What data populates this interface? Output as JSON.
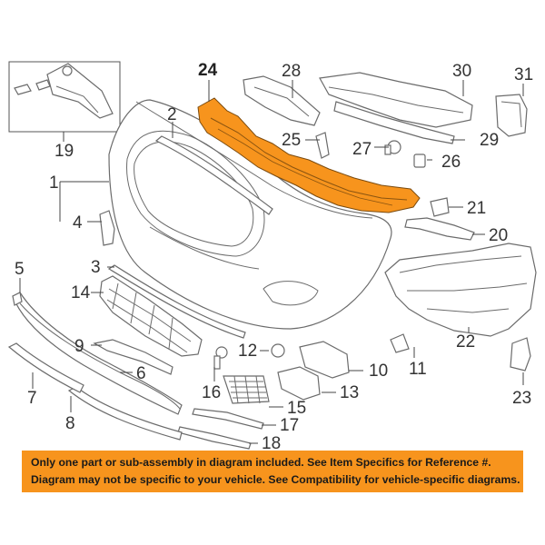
{
  "diagram": {
    "highlight_color": "#f7941d",
    "line_color": "#6b6b6b",
    "callouts": [
      "1",
      "2",
      "3",
      "4",
      "5",
      "6",
      "7",
      "8",
      "9",
      "10",
      "11",
      "12",
      "13",
      "14",
      "15",
      "16",
      "17",
      "18",
      "19",
      "20",
      "21",
      "22",
      "23",
      "24",
      "25",
      "26",
      "27",
      "28",
      "29",
      "30",
      "31"
    ],
    "highlighted_part": "24"
  },
  "notice": {
    "line1": "Only one part or sub-assembly in diagram included. See Item Specifics for Reference #.",
    "line2": "Diagram may not be specific to your vehicle. See Compatibility for vehicle-specific diagrams."
  }
}
